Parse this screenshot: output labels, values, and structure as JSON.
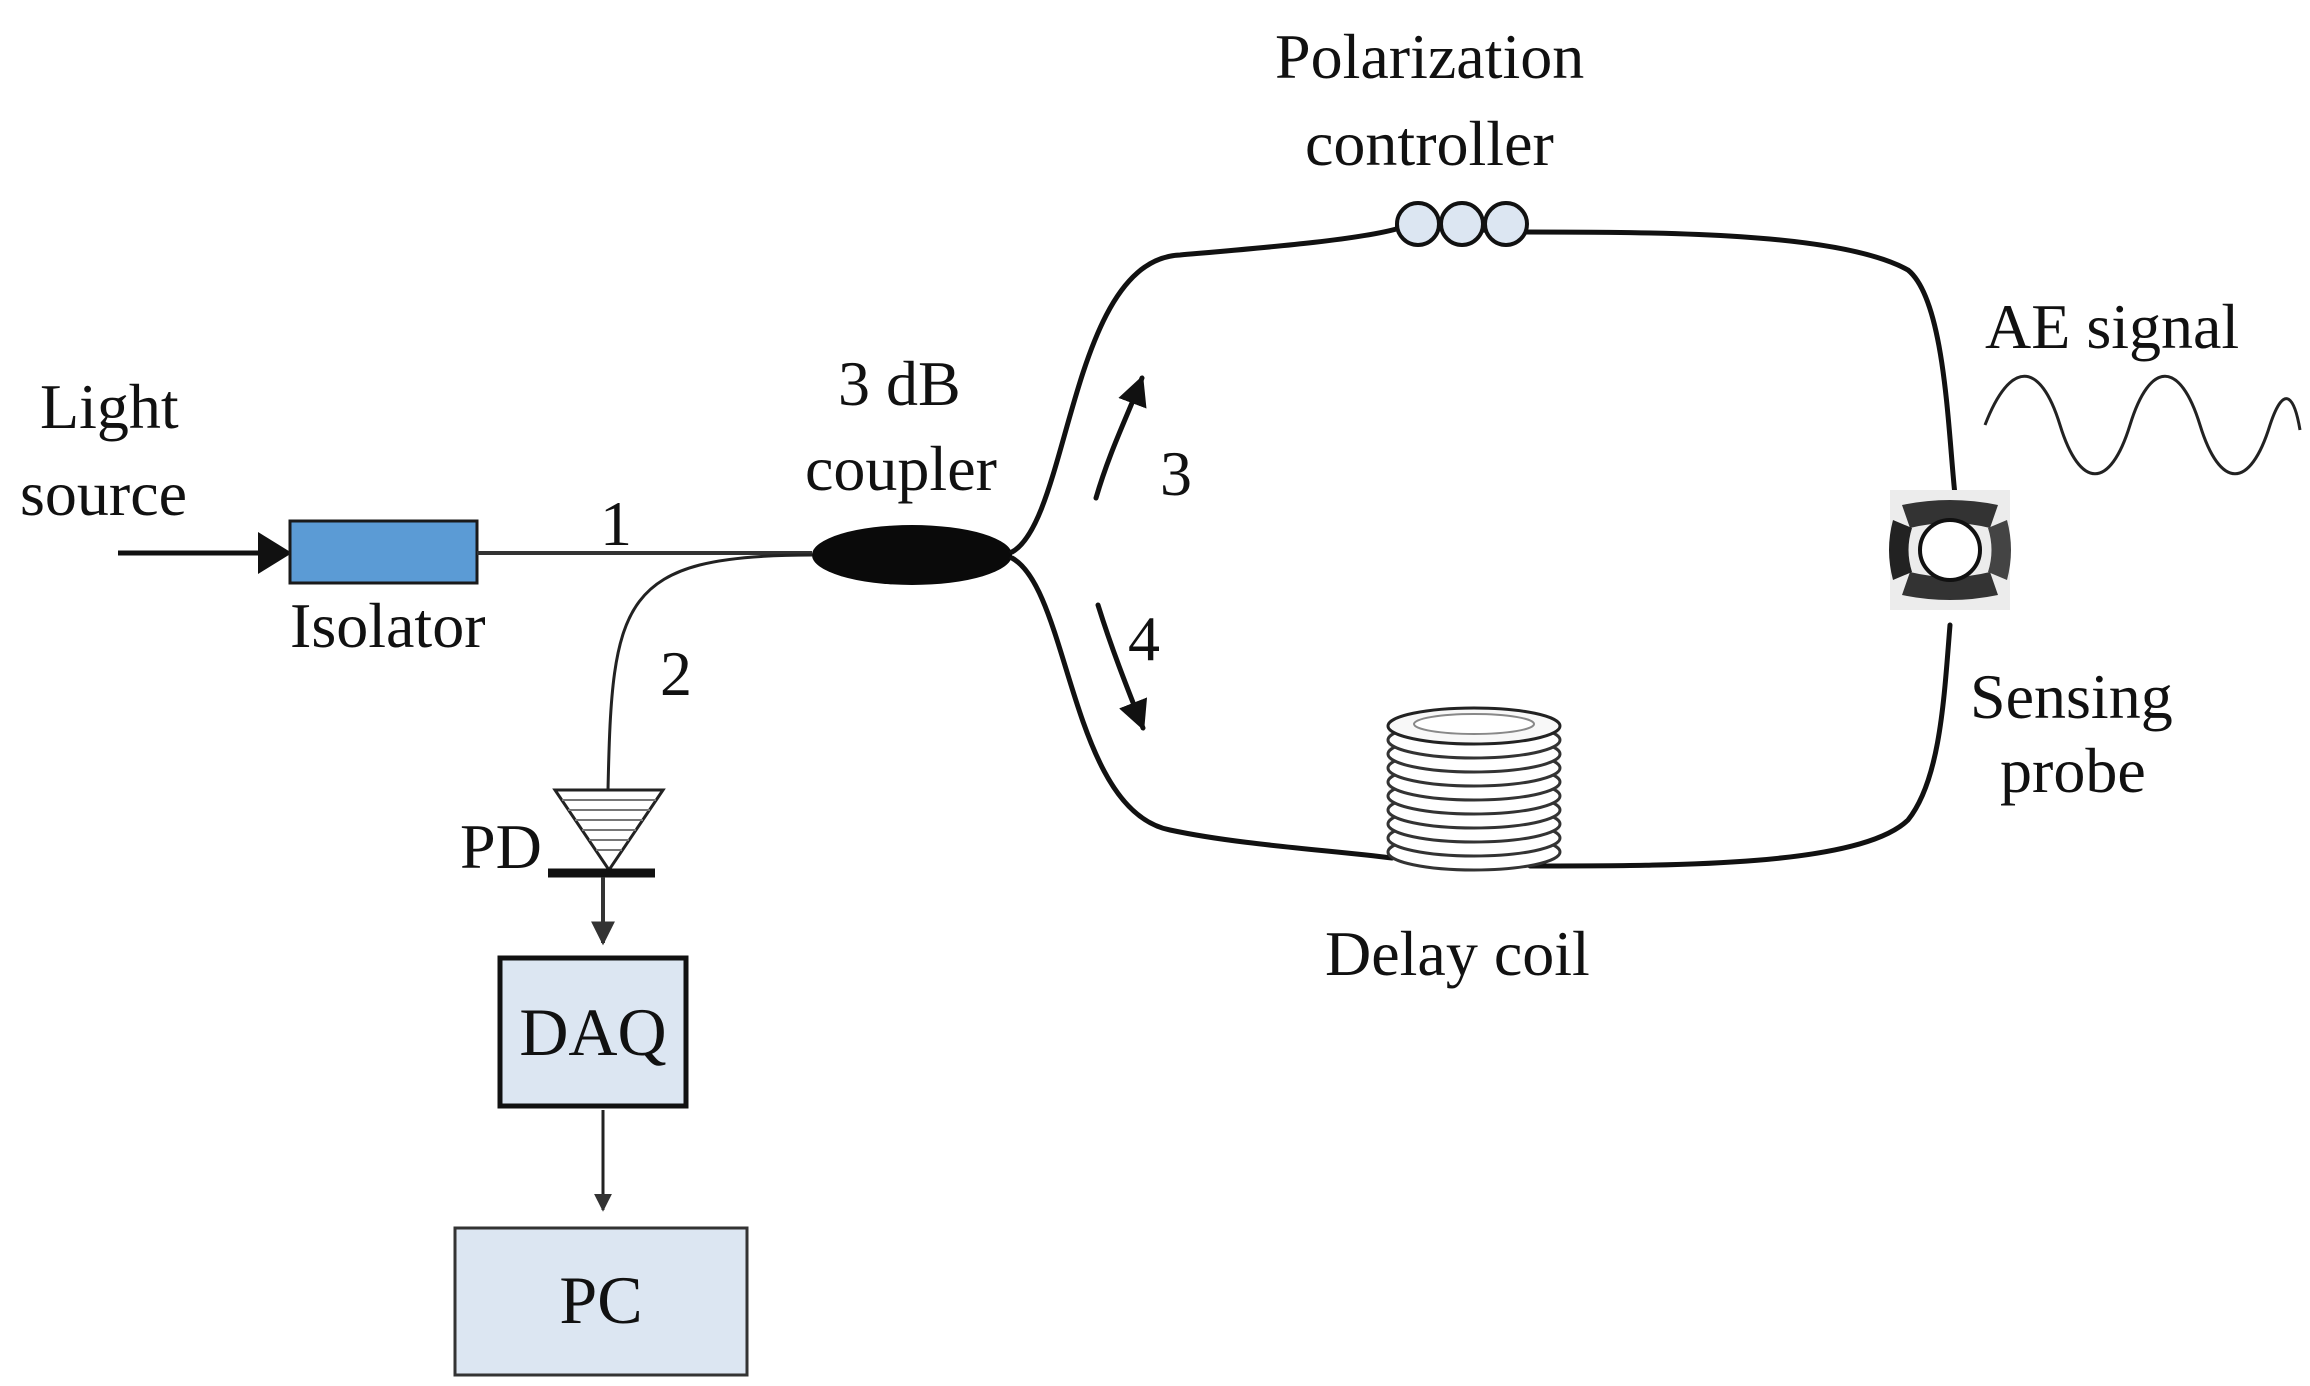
{
  "labels": {
    "light_source_line1": "Light",
    "light_source_line2": "source",
    "isolator": "Isolator",
    "port1": "1",
    "port2": "2",
    "port3": "3",
    "port4": "4",
    "coupler_line1": "3 dB",
    "coupler_line2": "coupler",
    "pc_line1": "Polarization",
    "pc_line2": "controller",
    "ae_signal": "AE signal",
    "sensing_line1": "Sensing",
    "sensing_line2": "probe",
    "delay_coil": "Delay coil",
    "pd": "PD",
    "daq": "DAQ",
    "pc": "PC"
  },
  "colors": {
    "isolator_fill": "#5b9bd5",
    "box_fill": "#dce6f2",
    "controller_fill": "#dce6f2",
    "line": "#111111"
  },
  "icons": {
    "photodiode": "photodiode-icon",
    "polarization_controller": "paddle-controller-icon",
    "delay_coil": "fiber-coil-icon",
    "sensing_probe": "sensing-probe-icon",
    "ae_wave": "sine-wave-icon"
  }
}
